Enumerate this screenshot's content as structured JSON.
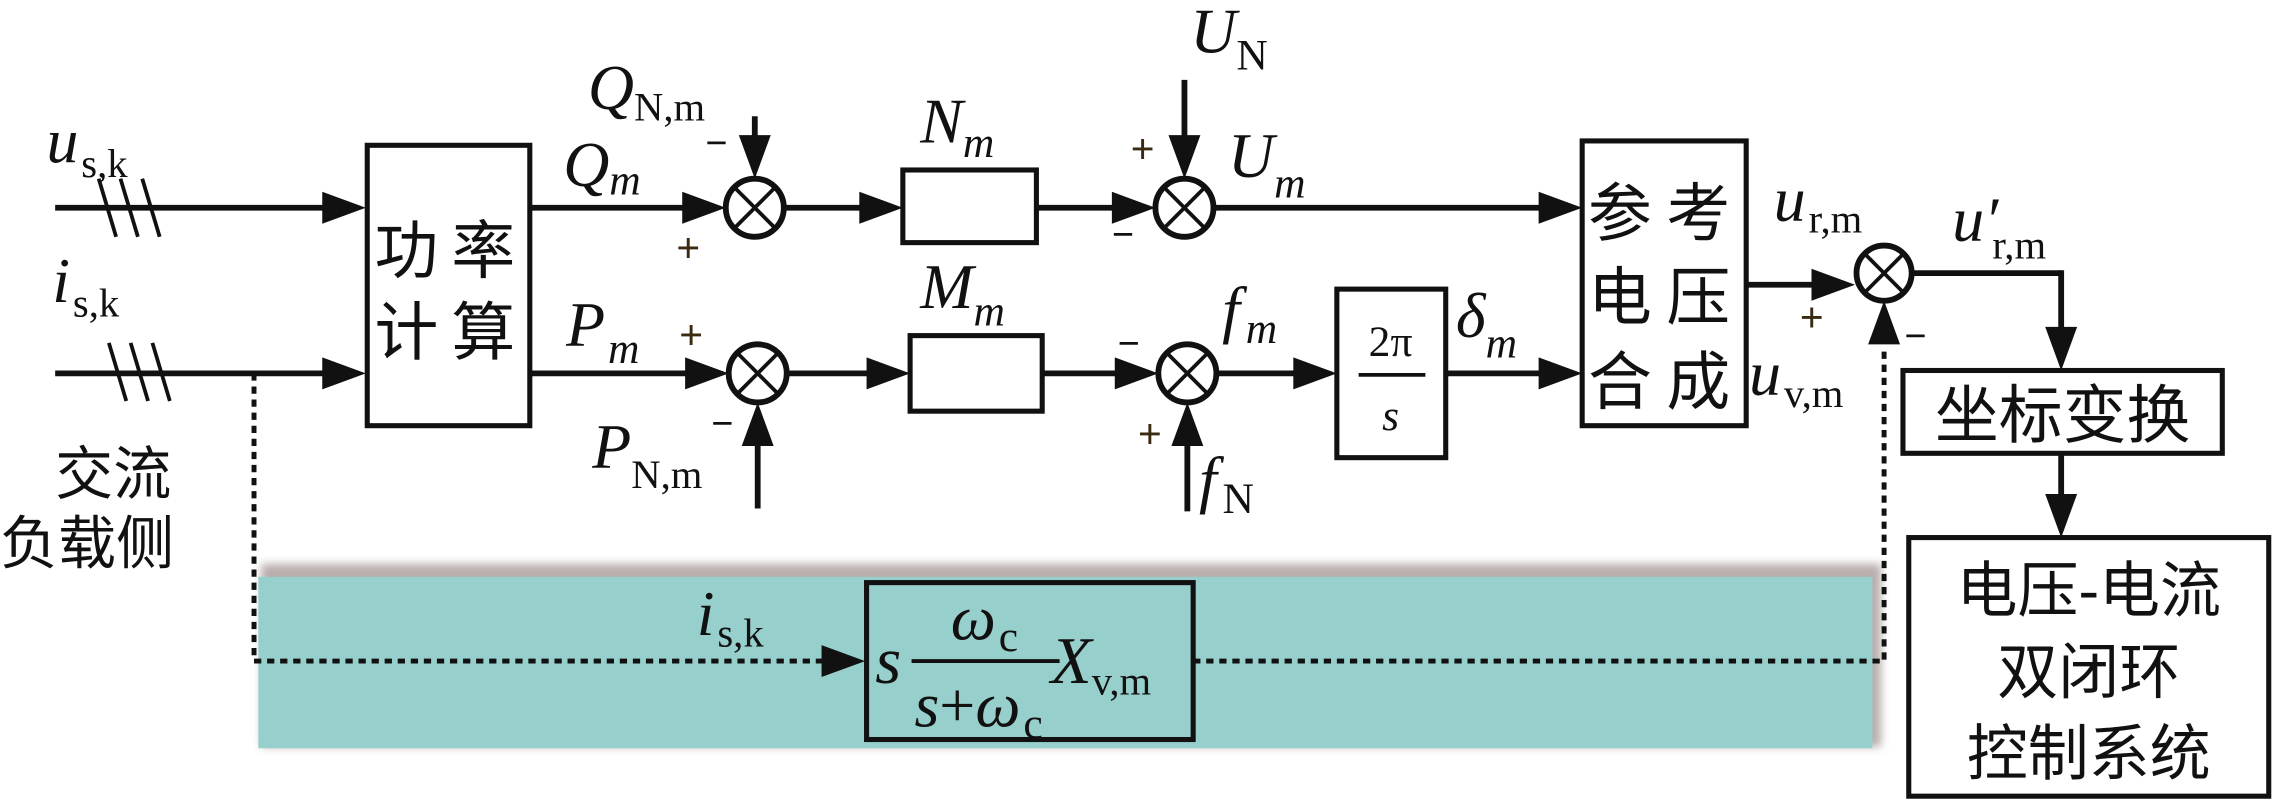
{
  "diagram": {
    "colors": {
      "line": "#111111",
      "highlight_band": "#97cfcc",
      "band_shadow": "#a89a98",
      "background": "#ffffff"
    },
    "inputs": {
      "voltage": {
        "main": "u",
        "sub": "s,k"
      },
      "current": {
        "main": "i",
        "sub": "s,k"
      },
      "source_label_line1": "交流",
      "source_label_line2": "负载侧"
    },
    "blocks": {
      "power_calc": {
        "line1": "功率",
        "line2": "计算",
        "chars": [
          "功",
          "率",
          "计",
          "算"
        ]
      },
      "n_gain": {
        "main": "N",
        "sub": "m"
      },
      "m_gain": {
        "main": "M",
        "sub": "m"
      },
      "integrator": {
        "numerator": "2π",
        "denominator": "s"
      },
      "ref_voltage": {
        "chars": [
          "参",
          "考",
          "电",
          "压",
          "合",
          "成"
        ]
      },
      "coord_transform": {
        "label": "坐标变换"
      },
      "dual_loop": {
        "line1": "电压-电流",
        "line2": "双闭环",
        "line3": "控制系统"
      },
      "virtual_impedance": {
        "lead": "s",
        "numerator": {
          "main": "ω",
          "sub": "c"
        },
        "denominator": {
          "s": "s",
          "plus": "+",
          "main": "ω",
          "sub": "c"
        },
        "tail": {
          "main": "X",
          "sub": "v,m"
        }
      }
    },
    "signals": {
      "q_m": {
        "main": "Q",
        "sub": "m"
      },
      "q_nm": {
        "main": "Q",
        "sub": "N,m"
      },
      "p_m": {
        "main": "P",
        "sub": "m"
      },
      "p_nm": {
        "main": "P",
        "sub": "N,m"
      },
      "u_n": {
        "main": "U",
        "sub": "N"
      },
      "u_m": {
        "main": "U",
        "sub": "m"
      },
      "f_m": {
        "main": "f",
        "sub": "m"
      },
      "f_n": {
        "main": "f",
        "sub": "N"
      },
      "delta_m": {
        "main": "δ",
        "sub": "m"
      },
      "u_rm": {
        "main": "u",
        "sub": "r,m"
      },
      "u_rm_prime": {
        "main": "u′",
        "sub": "r,m"
      },
      "u_vm": {
        "main": "u",
        "sub": "v,m"
      },
      "i_sk_feedback": {
        "main": "i",
        "sub": "s,k"
      }
    },
    "junction_signs": {
      "q_junction": {
        "top": "−",
        "bottom": "+"
      },
      "p_junction": {
        "top": "+",
        "bottom": "−"
      },
      "u_junction": {
        "top": "+",
        "left": "−"
      },
      "f_junction": {
        "left": "−",
        "bottom": "+"
      },
      "output_junction": {
        "left": "+",
        "bottom": "−"
      }
    },
    "junction_symbol": "⊗"
  }
}
